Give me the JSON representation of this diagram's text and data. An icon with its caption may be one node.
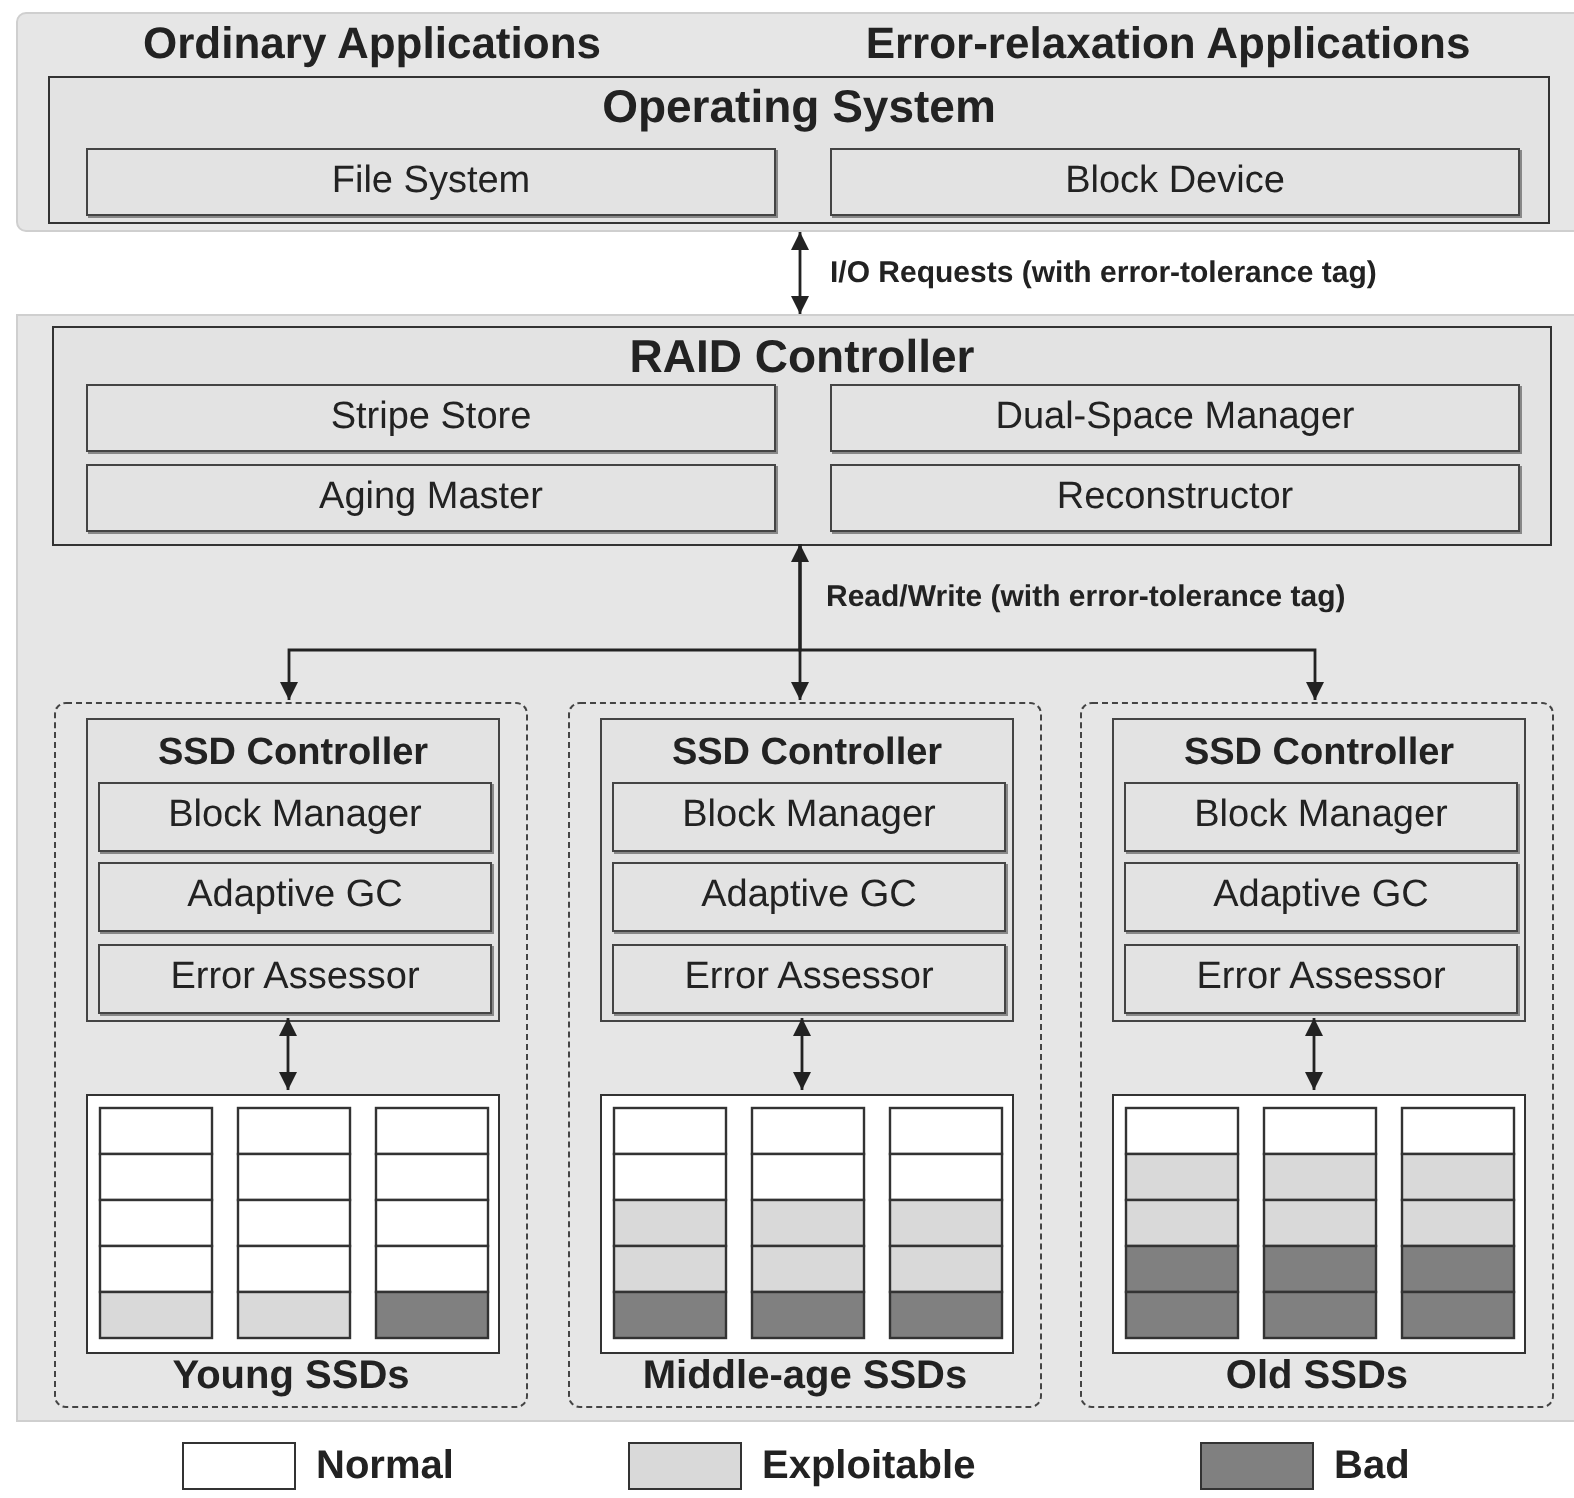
{
  "diagram": {
    "nodes": [
      {
        "text": [
          "Ordinary Applications",
          "Error-relaxation Applications"
        ]
      },
      {
        "text": [
          "Operating System"
        ],
        "in": 0
      },
      {
        "text": [
          "File System"
        ],
        "in": 1
      },
      {
        "text": [
          "Block Device"
        ],
        "in": 1
      },
      {
        "text": [],
        "shape": "box"
      },
      {
        "text": [
          "RAID Controller"
        ],
        "in": 4
      },
      {
        "text": [
          "Stripe Store"
        ],
        "in": 5
      },
      {
        "text": [
          "Dual-Space Manager"
        ],
        "in": 5
      },
      {
        "text": [
          "Aging Master"
        ],
        "in": 5
      },
      {
        "text": [
          "Reconstructor"
        ],
        "in": 5
      },
      {
        "text": [
          "Young SSDs"
        ],
        "in": 4
      },
      {
        "text": [
          "SSD Controller"
        ],
        "in": 10
      },
      {
        "text": [
          "Block Manager"
        ],
        "in": 11
      },
      {
        "text": [
          "Adaptive GC"
        ],
        "in": 11
      },
      {
        "text": [
          "Error Assessor"
        ],
        "in": 11
      },
      {
        "text": [],
        "shape": "box",
        "in": 10
      },
      {
        "text": [
          "Middle-age SSDs"
        ],
        "in": 4
      },
      {
        "text": [
          "SSD Controller"
        ],
        "in": 16
      },
      {
        "text": [
          "Block Manager"
        ],
        "in": 17
      },
      {
        "text": [
          "Adaptive GC"
        ],
        "in": 17
      },
      {
        "text": [
          "Error Assessor"
        ],
        "in": 17
      },
      {
        "text": [],
        "shape": "box",
        "in": 16
      },
      {
        "text": [
          "Old SSDs"
        ],
        "in": 4
      },
      {
        "text": [
          "SSD Controller"
        ],
        "in": 22
      },
      {
        "text": [
          "Block Manager"
        ],
        "in": 23
      },
      {
        "text": [
          "Adaptive GC"
        ],
        "in": 23
      },
      {
        "text": [
          "Error Assessor"
        ],
        "in": 23
      },
      {
        "text": [],
        "shape": "box",
        "in": 22
      }
    ],
    "edges": [
      {
        "from": 0,
        "to": 4,
        "arrow": "both",
        "label": "I/O Requests (with error-tolerance tag)"
      },
      {
        "from": 5,
        "to": 16,
        "arrow": "both",
        "label": "Read/Write (with error-tolerance tag)"
      },
      {
        "from": 5,
        "to": 10,
        "arrow": "to"
      },
      {
        "from": 5,
        "to": 22,
        "arrow": "to"
      },
      {
        "from": 11,
        "to": 15,
        "arrow": "both"
      },
      {
        "from": 17,
        "to": 21,
        "arrow": "both"
      },
      {
        "from": 23,
        "to": 27,
        "arrow": "both"
      }
    ],
    "legend": [
      {
        "text": "Normal",
        "color": "#ffffff"
      },
      {
        "text": "Exploitable",
        "color": "#d9d9d9"
      },
      {
        "text": "Bad",
        "color": "#808080"
      }
    ]
  }
}
